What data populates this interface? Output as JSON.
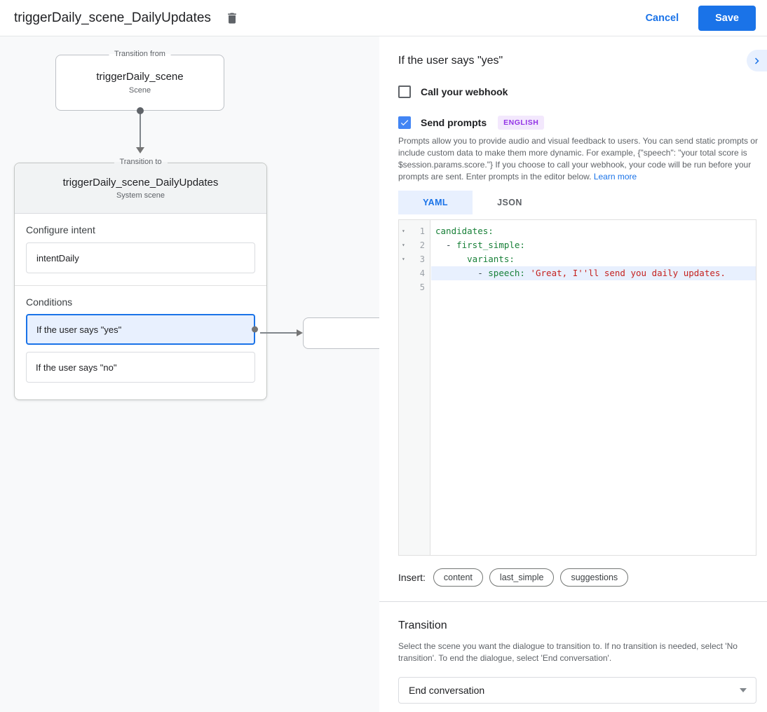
{
  "header": {
    "title": "triggerDaily_scene_DailyUpdates",
    "cancel_label": "Cancel",
    "save_label": "Save"
  },
  "canvas": {
    "transition_from": {
      "legend": "Transition from",
      "name": "triggerDaily_scene",
      "type": "Scene"
    },
    "transition_to": {
      "legend": "Transition to",
      "name": "triggerDaily_scene_DailyUpdates",
      "type": "System scene"
    },
    "configure_intent": {
      "label": "Configure intent",
      "value": "intentDaily"
    },
    "conditions": {
      "label": "Conditions",
      "items": [
        {
          "label": "If the user says \"yes\"",
          "selected": true
        },
        {
          "label": "If the user says \"no\"",
          "selected": false
        }
      ]
    }
  },
  "panel": {
    "title": "If the user says \"yes\"",
    "webhook_label": "Call your webhook",
    "send_prompts_label": "Send prompts",
    "language_badge": "ENGLISH",
    "description": "Prompts allow you to provide audio and visual feedback to users. You can send static prompts or include custom data to make them more dynamic. For example, {\"speech\": \"your total score is $session.params.score.\"} If you choose to call your webhook, your code will be run before your prompts are sent. Enter prompts in the editor below. ",
    "learn_more": "Learn more",
    "tabs": [
      {
        "label": "YAML",
        "active": true
      },
      {
        "label": "JSON",
        "active": false
      }
    ],
    "editor": {
      "lines": [
        {
          "number": 1,
          "fold": true,
          "highlight": false,
          "segments": [
            {
              "type": "key",
              "text": "candidates:"
            }
          ]
        },
        {
          "number": 2,
          "fold": true,
          "highlight": false,
          "segments": [
            {
              "type": "plain",
              "text": "  - "
            },
            {
              "type": "key",
              "text": "first_simple:"
            }
          ]
        },
        {
          "number": 3,
          "fold": true,
          "highlight": false,
          "segments": [
            {
              "type": "plain",
              "text": "      "
            },
            {
              "type": "key",
              "text": "variants:"
            }
          ]
        },
        {
          "number": 4,
          "fold": false,
          "highlight": true,
          "segments": [
            {
              "type": "plain",
              "text": "        - "
            },
            {
              "type": "key",
              "text": "speech: "
            },
            {
              "type": "string",
              "text": "'Great, I''ll send you daily updates."
            }
          ]
        },
        {
          "number": 5,
          "fold": false,
          "highlight": false,
          "segments": []
        }
      ]
    },
    "insert": {
      "label": "Insert:",
      "chips": [
        "content",
        "last_simple",
        "suggestions"
      ]
    },
    "transition": {
      "title": "Transition",
      "description": "Select the scene you want the dialogue to transition to. If no transition is needed, select 'No transition'. To end the dialogue, select 'End conversation'.",
      "selected_value": "End conversation"
    }
  },
  "icons": {
    "delete": "trash-can",
    "collapse": "chevron-right",
    "fold": "▾",
    "dropdown": "caret-down",
    "checked": "checkmark"
  },
  "colors": {
    "accent": "#1a73e8",
    "checkbox_checked": "#4285f4",
    "badge_bg": "#f3e8fd",
    "badge_text": "#9334e6",
    "tab_active_bg": "#e8f0fe",
    "line_highlight": "#e8f0fe",
    "code_key": "#188038",
    "code_string": "#c5221f",
    "canvas_bg": "#f8f9fa",
    "selected_condition_bg": "#e8f0fe"
  }
}
